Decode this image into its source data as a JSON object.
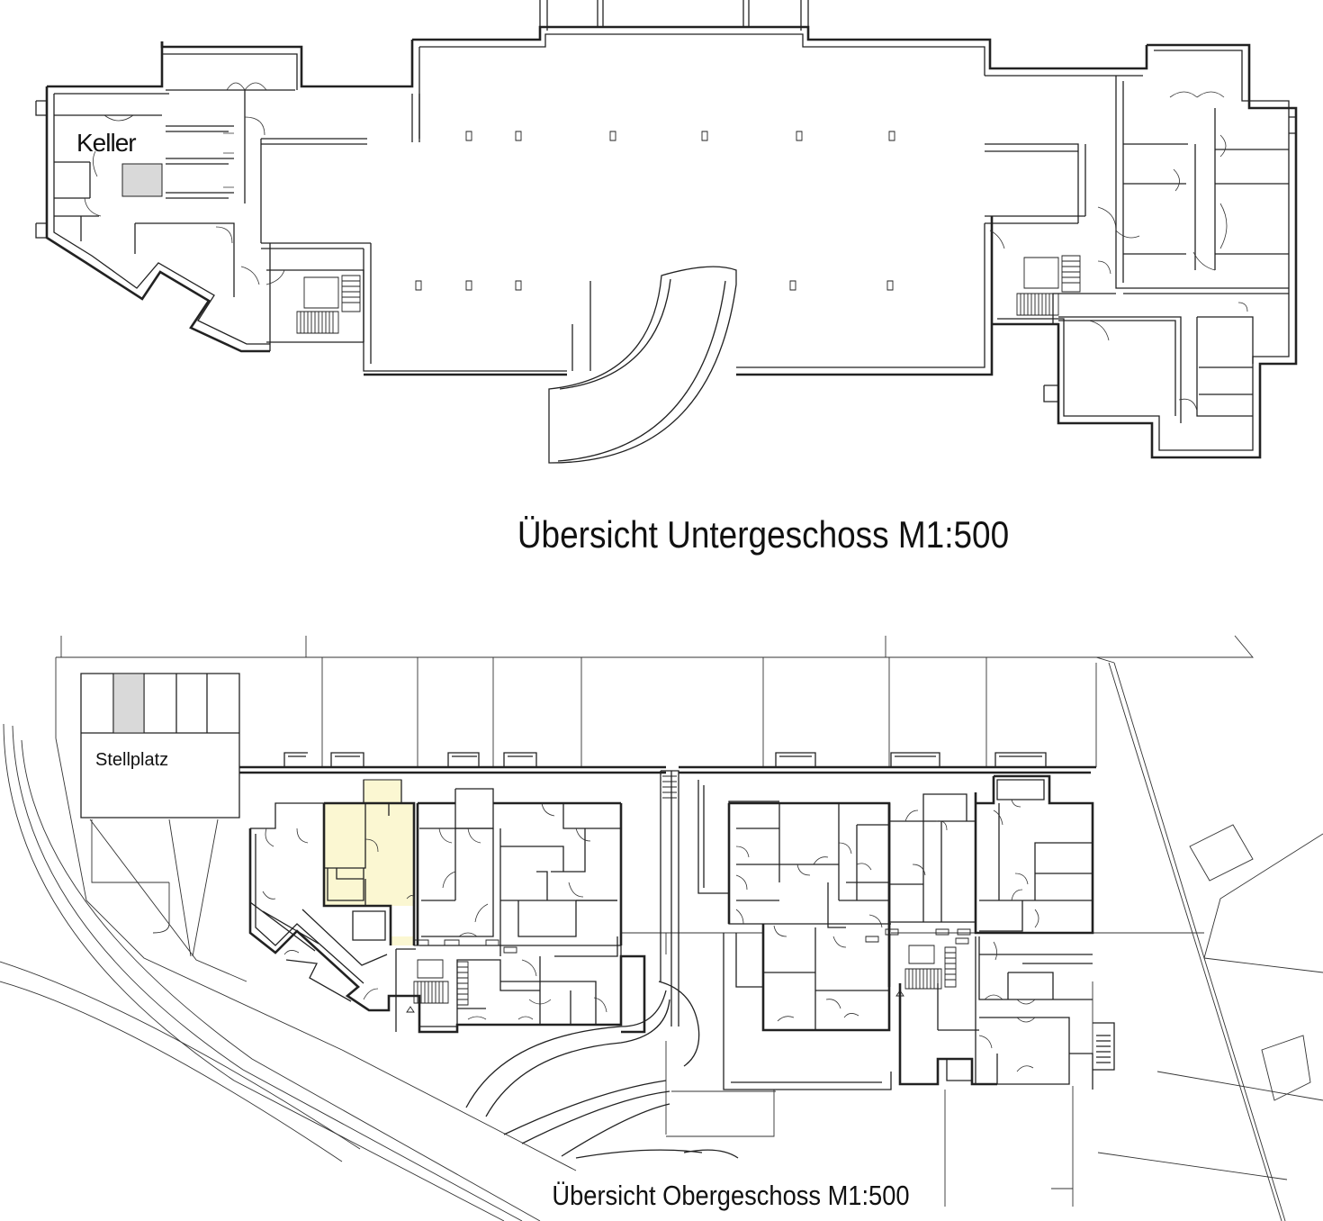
{
  "labels": {
    "keller": "Keller",
    "stellplatz": "Stellplatz"
  },
  "captions": {
    "ug": "Übersicht Untergeschoss M1:500",
    "og": "Übersicht Obergeschoss M1:500"
  },
  "colors": {
    "line": "#222222",
    "highlight_unit": "#fbf7d2",
    "highlight_storage": "#d9d9d9"
  }
}
